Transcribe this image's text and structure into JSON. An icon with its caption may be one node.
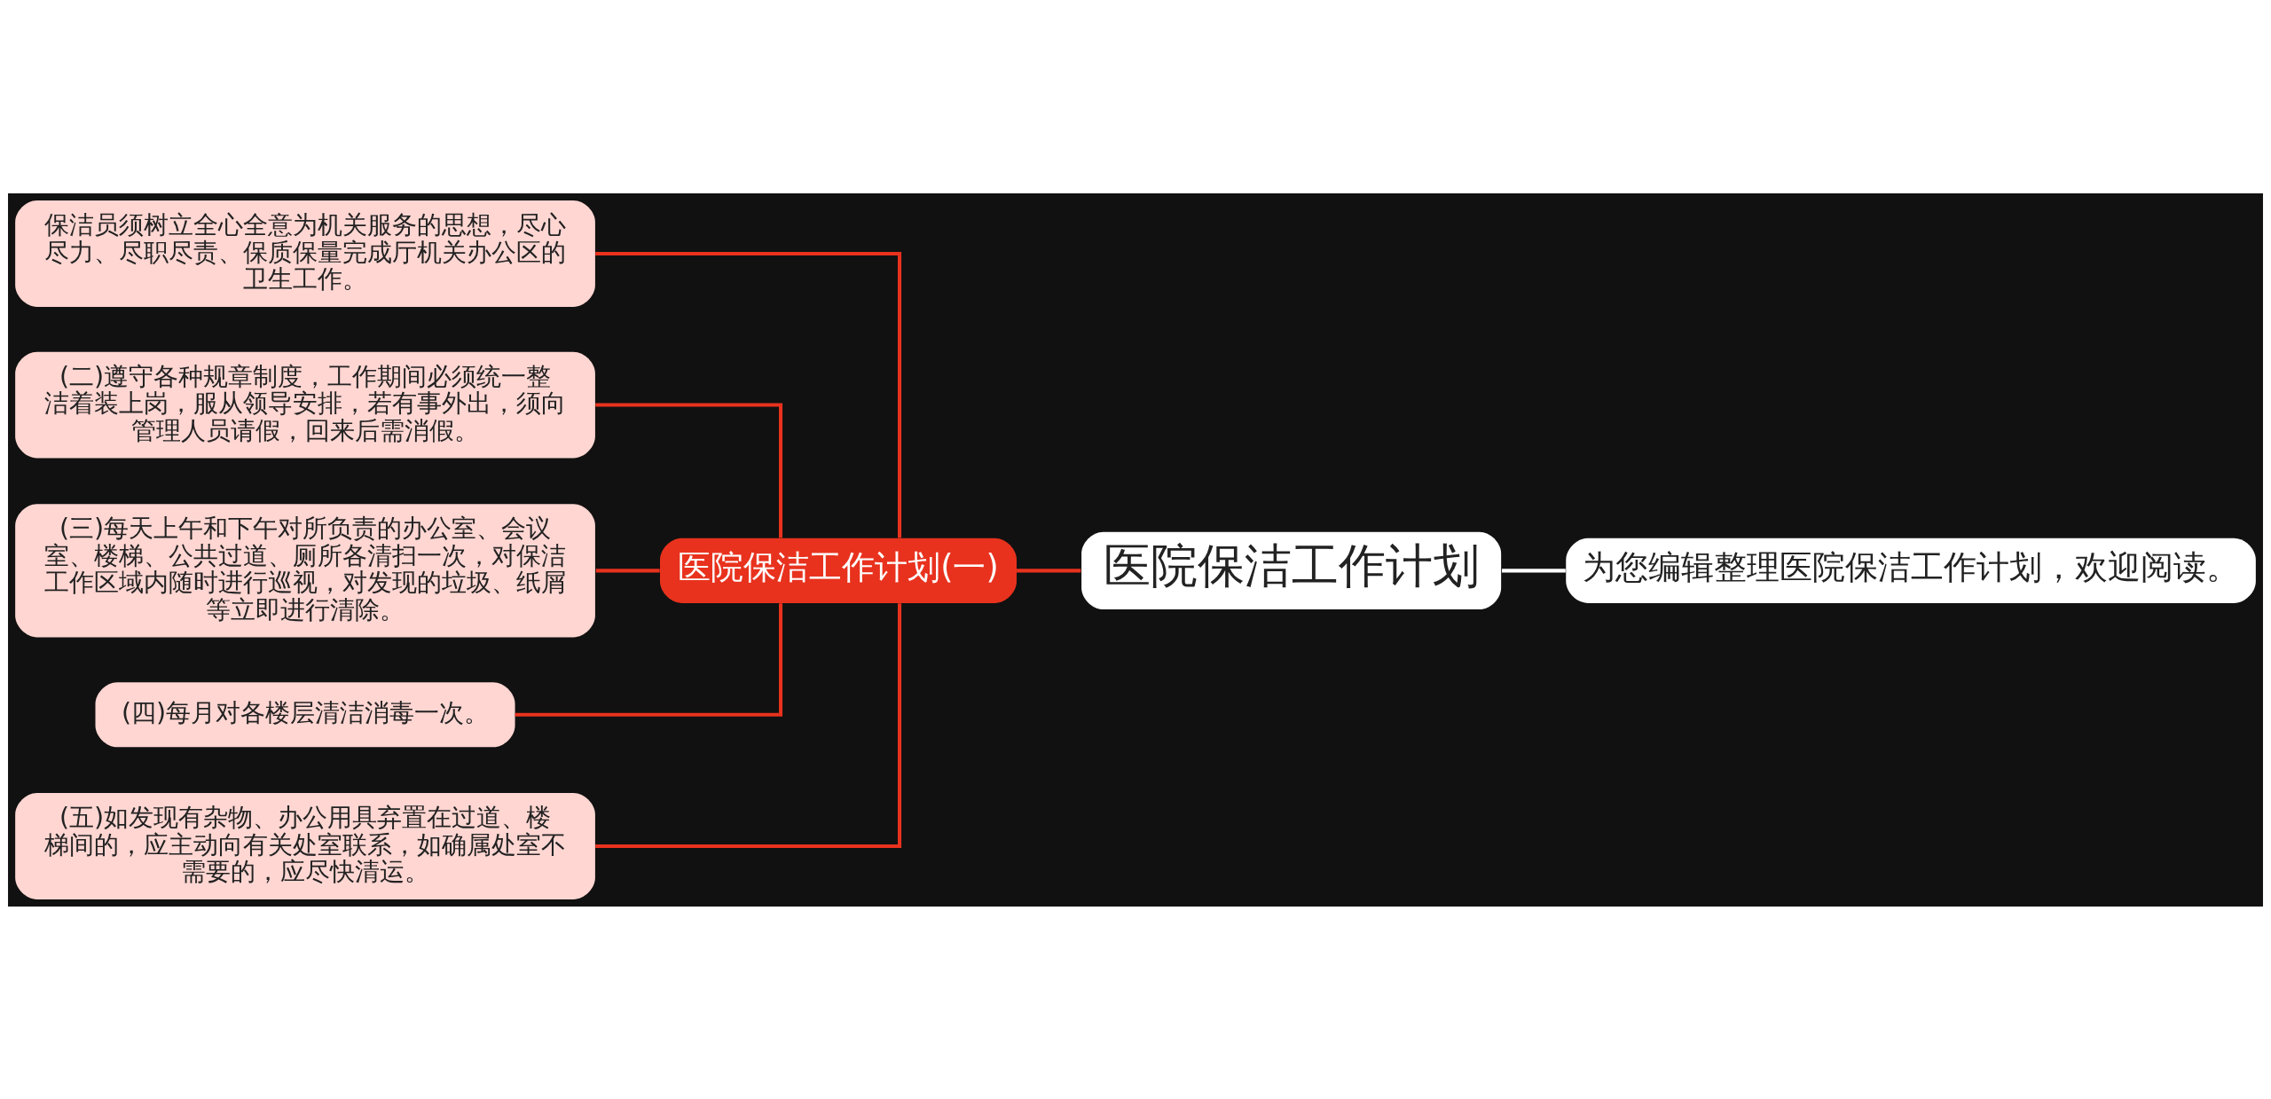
{
  "diagram": {
    "nodes": [
      {
        "text": [
          "医院保洁工作计划"
        ]
      },
      {
        "text": [
          "为您编辑整理医院保洁工作计划，欢迎阅读。"
        ]
      },
      {
        "text": [
          "医院保洁工作计划(一)"
        ]
      },
      {
        "text": [
          "保洁员须树立全心全意为机关服务的思想，尽心尽力、尽职尽责、保质保量完成厅机关办公区的卫生工作。"
        ]
      },
      {
        "text": [
          "(二)遵守各种规章制度，工作期间必须统一整洁着装上岗，服从领导安排，若有事外出，须向管理人员请假，回来后需消假。"
        ]
      },
      {
        "text": [
          "(三)每天上午和下午对所负责的办公室、会议室、楼梯、公共过道、厕所各清扫一次，对保洁工作区域内随时进行巡视，对发现的垃圾、纸屑等立即进行清除。"
        ]
      },
      {
        "text": [
          "(四)每月对各楼层清洁消毒一次。"
        ]
      },
      {
        "text": [
          "(五)如发现有杂物、办公用具弃置在过道、楼梯间的，应主动向有关处室联系，如确属处室不需要的，应尽快清运。"
        ]
      }
    ],
    "edges": [
      {
        "from": 0,
        "to": 1,
        "arrow": "none",
        "color": "#ffffff"
      },
      {
        "from": 0,
        "to": 2,
        "arrow": "none"
      },
      {
        "from": 2,
        "to": 3,
        "arrow": "none"
      },
      {
        "from": 2,
        "to": 4,
        "arrow": "none"
      },
      {
        "from": 2,
        "to": 5,
        "arrow": "none"
      },
      {
        "from": 2,
        "to": 6,
        "arrow": "none"
      },
      {
        "from": 2,
        "to": 7,
        "arrow": "none"
      }
    ]
  }
}
